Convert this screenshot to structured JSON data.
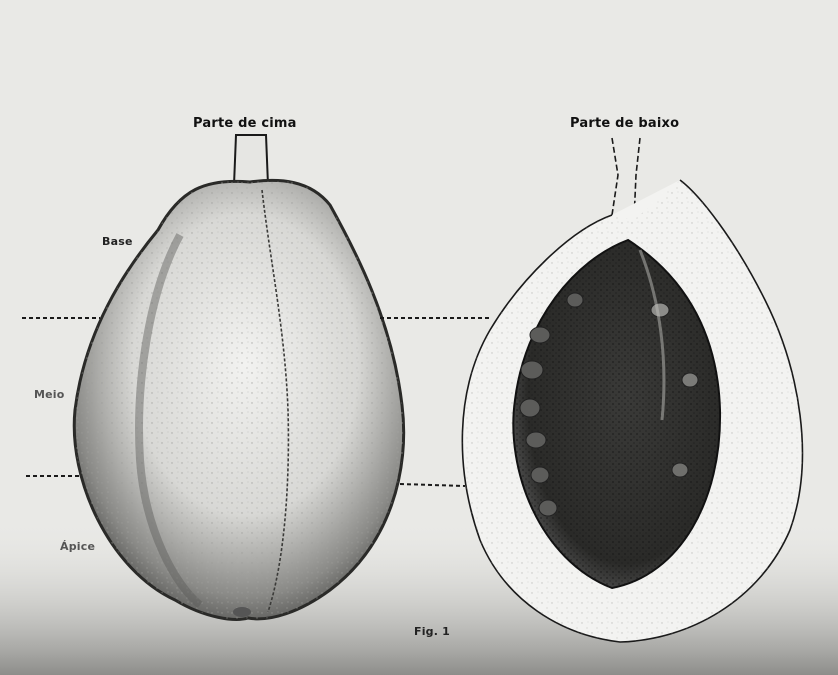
{
  "labels": {
    "top_label": "Parte de cima",
    "bottom_label": "Parte de baixo",
    "region_base": "Base",
    "region_meio": "Meio",
    "region_apice": "Ápice",
    "figure_number": "Fig. 1"
  }
}
